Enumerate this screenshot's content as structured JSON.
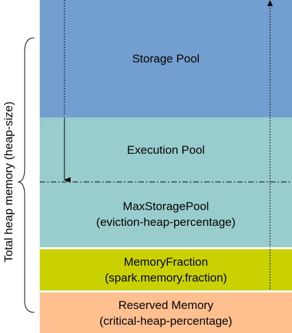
{
  "colors": {
    "storage": "#729fcf",
    "execution": "#99cccc",
    "memory_fraction": "#c9d200",
    "reserved": "#ffbf8f",
    "separator": "#ffffff",
    "lines": "#000000"
  },
  "blocks": {
    "storage": {
      "label": "Storage Pool"
    },
    "execution": {
      "label": "Execution Pool"
    },
    "max_storage": {
      "line1": "MaxStoragePool",
      "line2": "(eviction-heap-percentage)"
    },
    "memory_fraction": {
      "line1": "MemoryFraction",
      "line2": "(spark.memory.fraction)"
    },
    "reserved": {
      "line1": "Reserved Memory",
      "line2": "(critical-heap-percentage)"
    }
  },
  "side_label": "Total heap memory  (heap-size)"
}
